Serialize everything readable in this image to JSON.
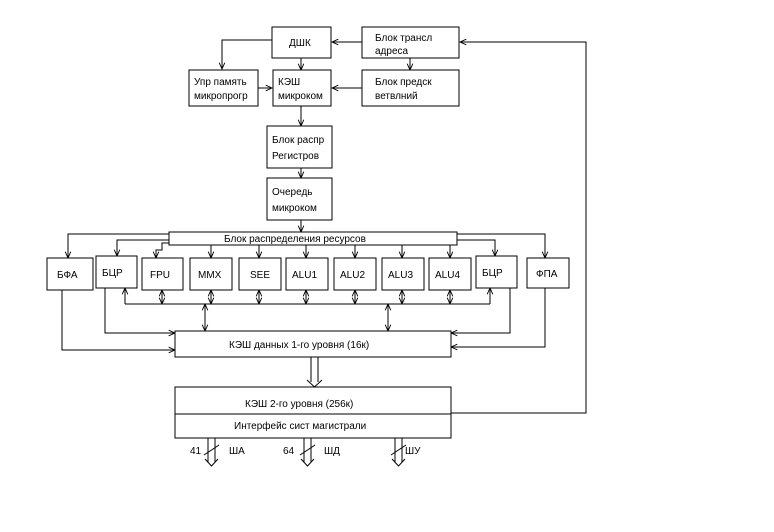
{
  "blocks": {
    "dshk": "ДШК",
    "trans_l1": "Блок трансл",
    "trans_l2": "адреса",
    "mem_l1": "Упр память",
    "mem_l2": "микропрогр",
    "cache_l1": "КЭШ",
    "cache_l2": "микроком",
    "pred_l1": "Блок предск",
    "pred_l2": "ветвлний",
    "reg_l1": "Блок распр",
    "reg_l2": "Регистров",
    "queue_l1": "Очередь",
    "queue_l2": "микроком",
    "resource": "Блок распределения ресурсов",
    "units": [
      "БФА",
      "БЦР",
      "FPU",
      "MMX",
      "SEE",
      "ALU1",
      "ALU2",
      "ALU3",
      "ALU4",
      "БЦР",
      "ФПА"
    ],
    "l1": "КЭШ данных 1-го уровня (16к)",
    "l2": "КЭШ 2-го уровня (256к)",
    "iface": "Интерфейс сист магистрали"
  },
  "buses": [
    {
      "width": "41",
      "name": "ША"
    },
    {
      "width": "64",
      "name": "ШД"
    },
    {
      "width": "",
      "name": "ШУ"
    }
  ]
}
